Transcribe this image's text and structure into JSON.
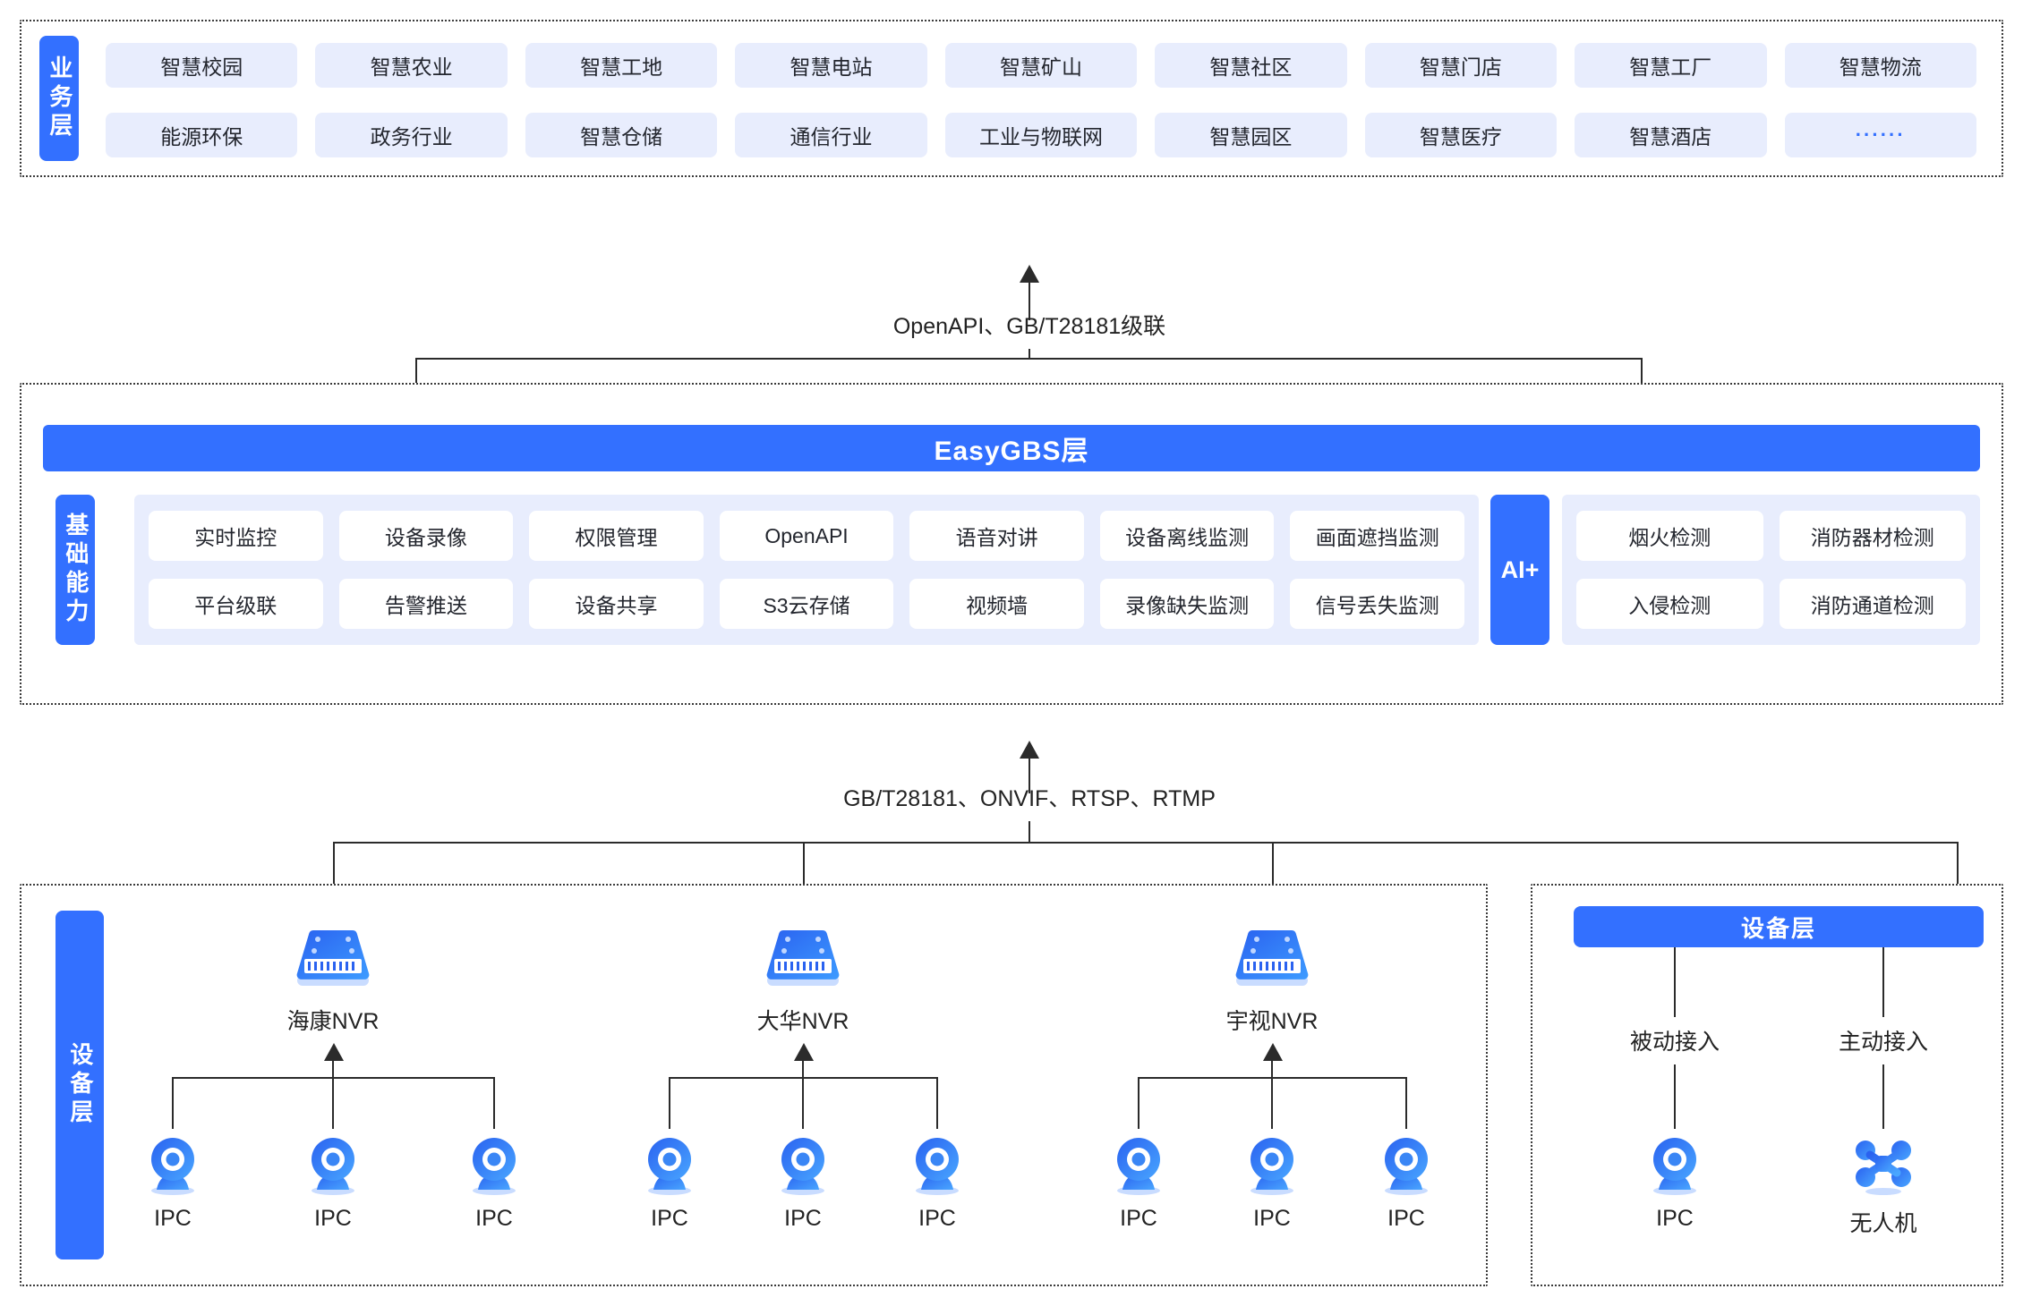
{
  "business_layer": {
    "side_label": "业务层",
    "rows": [
      [
        "智慧校园",
        "智慧农业",
        "智慧工地",
        "智慧电站",
        "智慧矿山",
        "智慧社区",
        "智慧门店",
        "智慧工厂",
        "智慧物流"
      ],
      [
        "能源环保",
        "政务行业",
        "智慧仓储",
        "通信行业",
        "工业与物联网",
        "智慧园区",
        "智慧医疗",
        "智慧酒店",
        "······"
      ]
    ]
  },
  "connectors": {
    "top": "OpenAPI、GB/T28181级联",
    "bottom": "GB/T28181、ONVIF、RTSP、RTMP"
  },
  "platform_layer": {
    "title": "EasyGBS层",
    "side_label": "基础能力",
    "capabilities": [
      [
        "实时监控",
        "设备录像",
        "权限管理",
        "OpenAPI",
        "语音对讲",
        "设备离线监测",
        "画面遮挡监测"
      ],
      [
        "平台级联",
        "告警推送",
        "设备共享",
        "S3云存储",
        "视频墙",
        "录像缺失监测",
        "信号丢失监测"
      ]
    ],
    "ai_badge": "AI+",
    "ai_capabilities": [
      [
        "烟火检测",
        "消防器材检测"
      ],
      [
        "入侵检测",
        "消防通道检测"
      ]
    ]
  },
  "device_layer": {
    "side_label": "设备层",
    "nvr_groups": [
      {
        "nvr_label": "海康NVR",
        "cameras": [
          "IPC",
          "IPC",
          "IPC"
        ]
      },
      {
        "nvr_label": "大华NVR",
        "cameras": [
          "IPC",
          "IPC",
          "IPC"
        ]
      },
      {
        "nvr_label": "宇视NVR",
        "cameras": [
          "IPC",
          "IPC",
          "IPC"
        ]
      }
    ],
    "right_panel": {
      "title": "设备层",
      "branches": [
        {
          "mode": "被动接入",
          "device": "IPC",
          "icon": "ipc-camera-icon"
        },
        {
          "mode": "主动接入",
          "device": "无人机",
          "icon": "drone-icon"
        }
      ]
    }
  },
  "colors": {
    "brand_blue": "#3370ff",
    "tag_bg": "#e8edfd",
    "panel_bg": "#e8edfd",
    "line": "#2b2b2b"
  }
}
